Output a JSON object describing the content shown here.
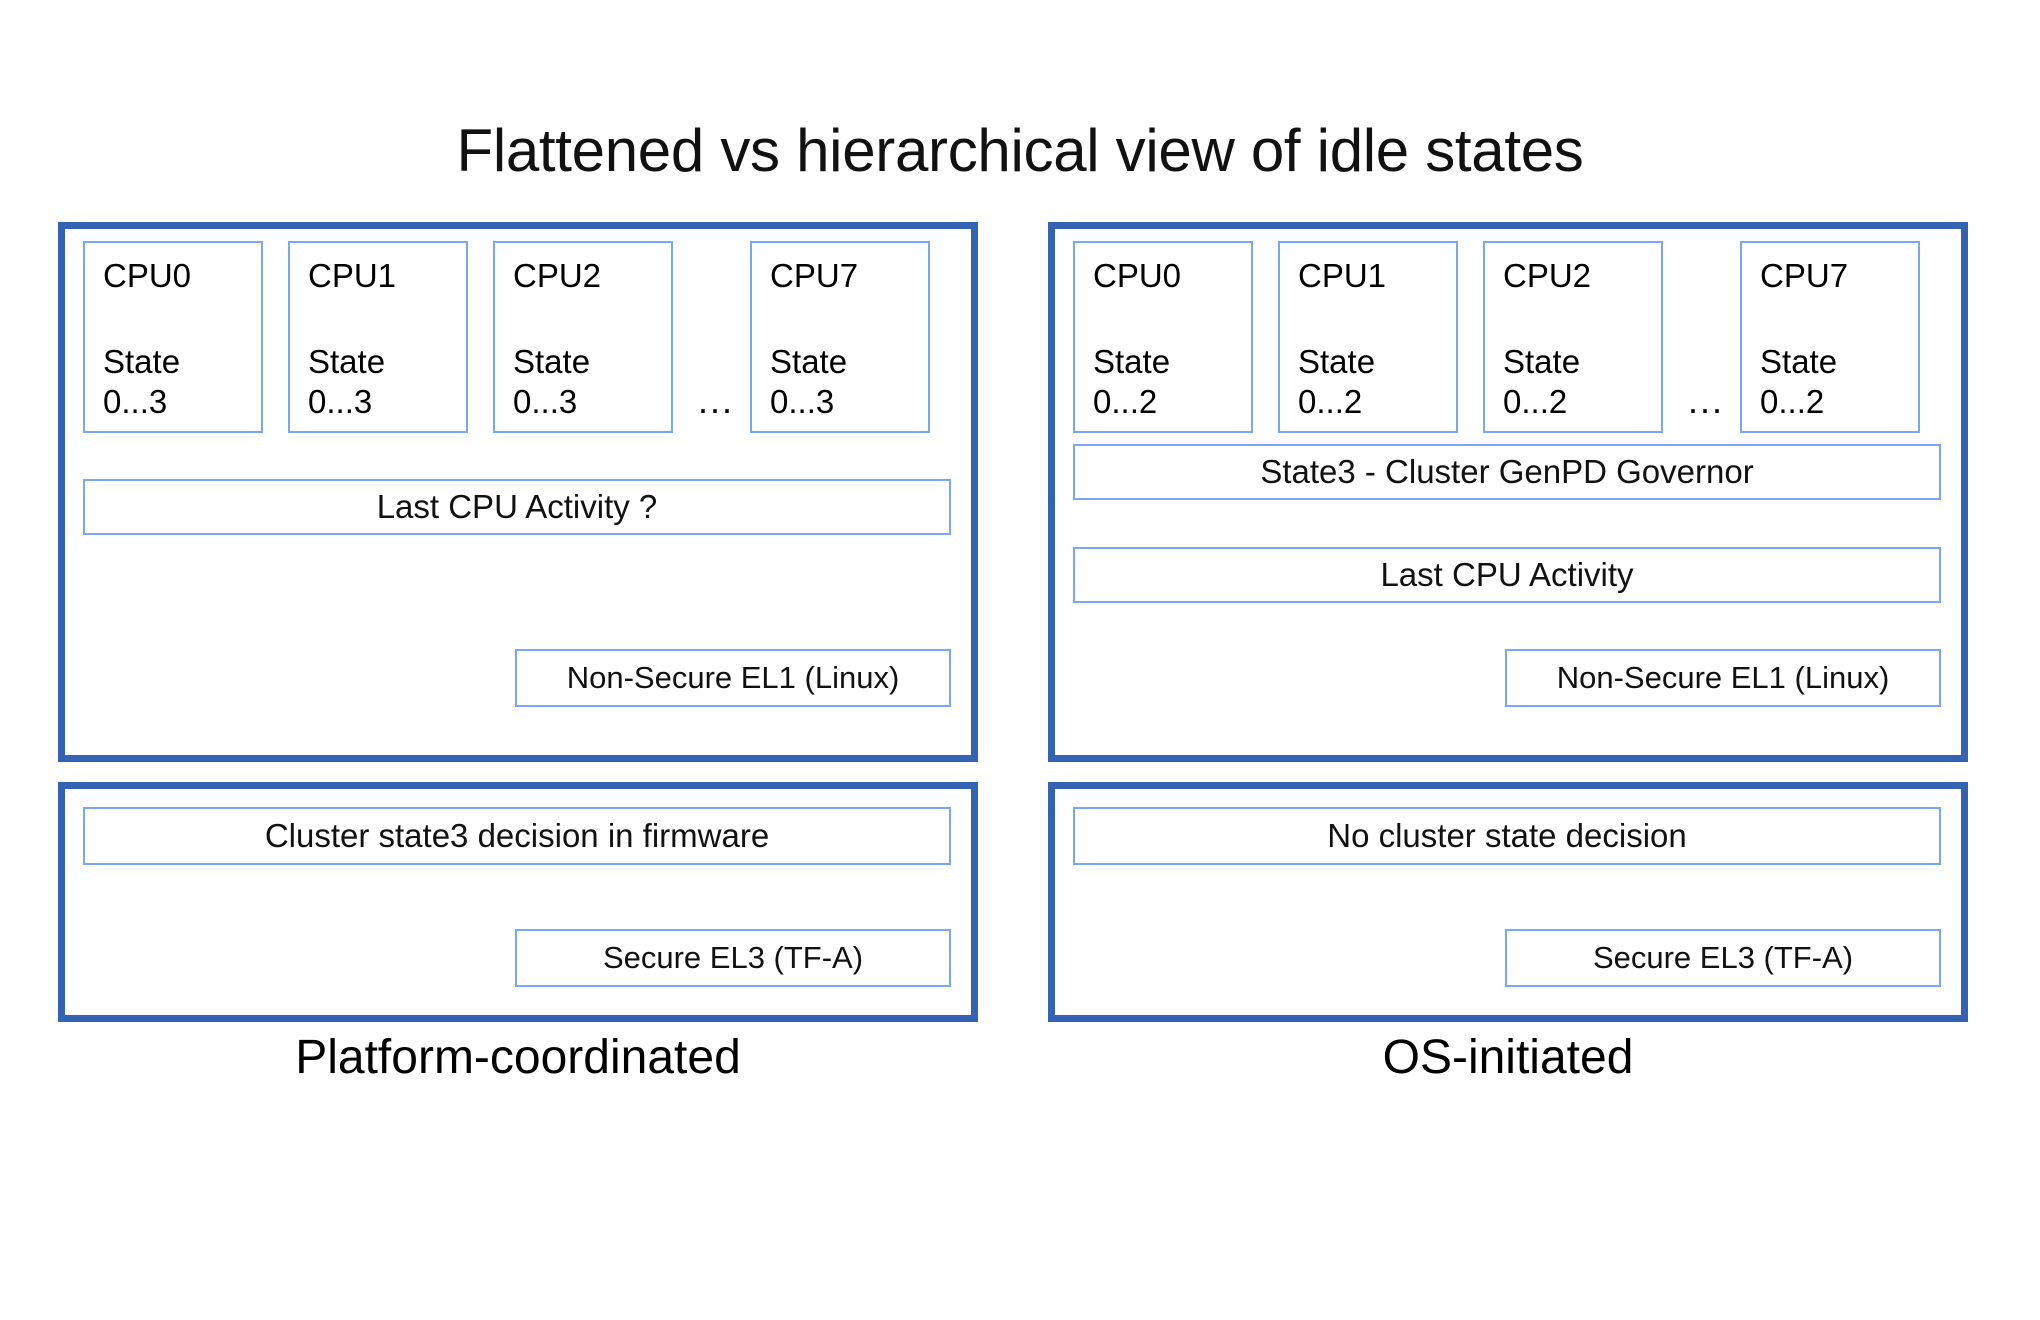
{
  "title": "Flattened vs hierarchical view of idle states",
  "panels": {
    "left": {
      "caption": "Platform-coordinated",
      "cpus": [
        {
          "name": "CPU0",
          "state_label": "State",
          "state_range": "0...3"
        },
        {
          "name": "CPU1",
          "state_label": "State",
          "state_range": "0...3"
        },
        {
          "name": "CPU2",
          "state_label": "State",
          "state_range": "0...3"
        },
        {
          "name": "CPU7",
          "state_label": "State",
          "state_range": "0...3"
        }
      ],
      "ellipsis": "...",
      "bars": [
        "Last CPU Activity ?"
      ],
      "el_tag": "Non-Secure EL1 (Linux)",
      "firmware_bar": "Cluster state3 decision in firmware",
      "firmware_tag": "Secure EL3 (TF-A)"
    },
    "right": {
      "caption": "OS-initiated",
      "cpus": [
        {
          "name": "CPU0",
          "state_label": "State",
          "state_range": "0...2"
        },
        {
          "name": "CPU1",
          "state_label": "State",
          "state_range": "0...2"
        },
        {
          "name": "CPU2",
          "state_label": "State",
          "state_range": "0...2"
        },
        {
          "name": "CPU7",
          "state_label": "State",
          "state_range": "0...2"
        }
      ],
      "ellipsis": "...",
      "bars": [
        "State3 - Cluster GenPD Governor",
        "Last CPU Activity"
      ],
      "el_tag": "Non-Secure EL1 (Linux)",
      "firmware_bar": "No cluster state decision",
      "firmware_tag": "Secure EL3 (TF-A)"
    }
  },
  "colors": {
    "panel_border": "#3363b2",
    "box_border": "#7ba6f7",
    "background": "#ffffff",
    "text": "#111111"
  }
}
